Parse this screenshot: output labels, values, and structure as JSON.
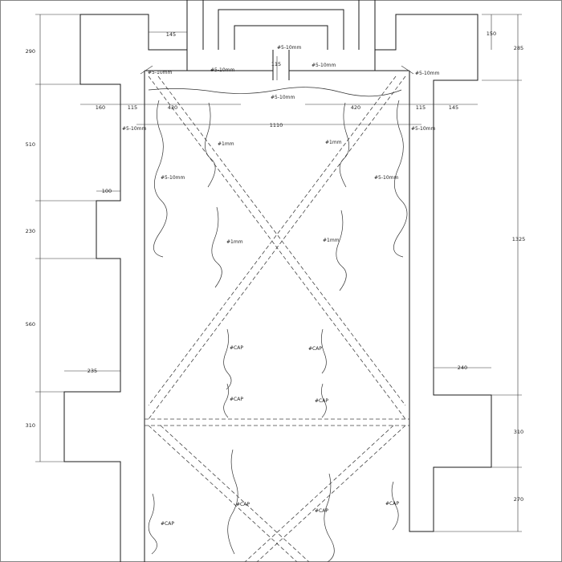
{
  "dimensions": {
    "left": [
      "290",
      "510",
      "230",
      "560",
      "310"
    ],
    "right": [
      "150",
      "285",
      "1325",
      "310",
      "270"
    ],
    "top": [
      "145",
      "115",
      "160",
      "115",
      "430",
      "1110",
      "420",
      "115",
      "145"
    ],
    "misc": [
      "100",
      "235",
      "240"
    ]
  },
  "labels": {
    "crack_5_10": "#5-10mm",
    "crack_1": "#1mm",
    "crack_cap": "#CAP"
  }
}
